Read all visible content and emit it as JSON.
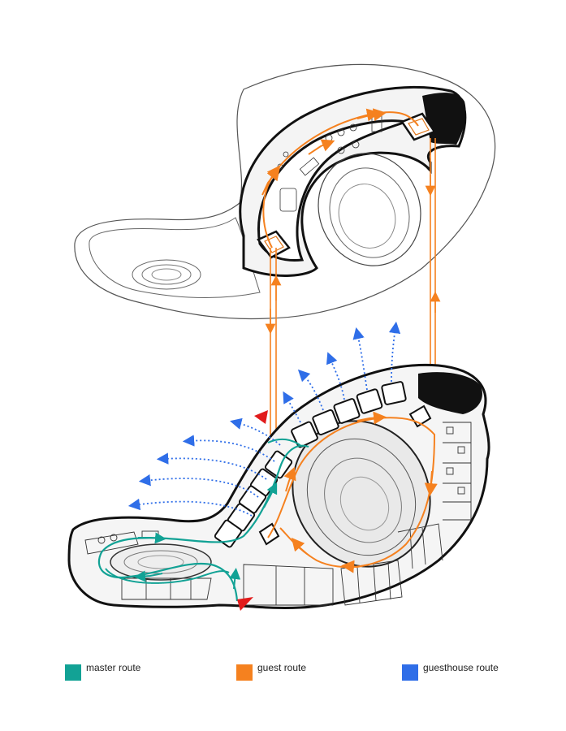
{
  "colors": {
    "master": "#12a295",
    "guest": "#f5811f",
    "guesthouse": "#2f6ee8",
    "entrance": "#e11b1b",
    "outline": "#1a1a1a"
  },
  "legend": [
    {
      "label": "master route",
      "color": "#12a295",
      "icon": "teal-square"
    },
    {
      "label": "guest route",
      "color": "#f5811f",
      "icon": "orange-square"
    },
    {
      "label": "guesthouse route",
      "color": "#2f6ee8",
      "icon": "blue-square"
    }
  ]
}
